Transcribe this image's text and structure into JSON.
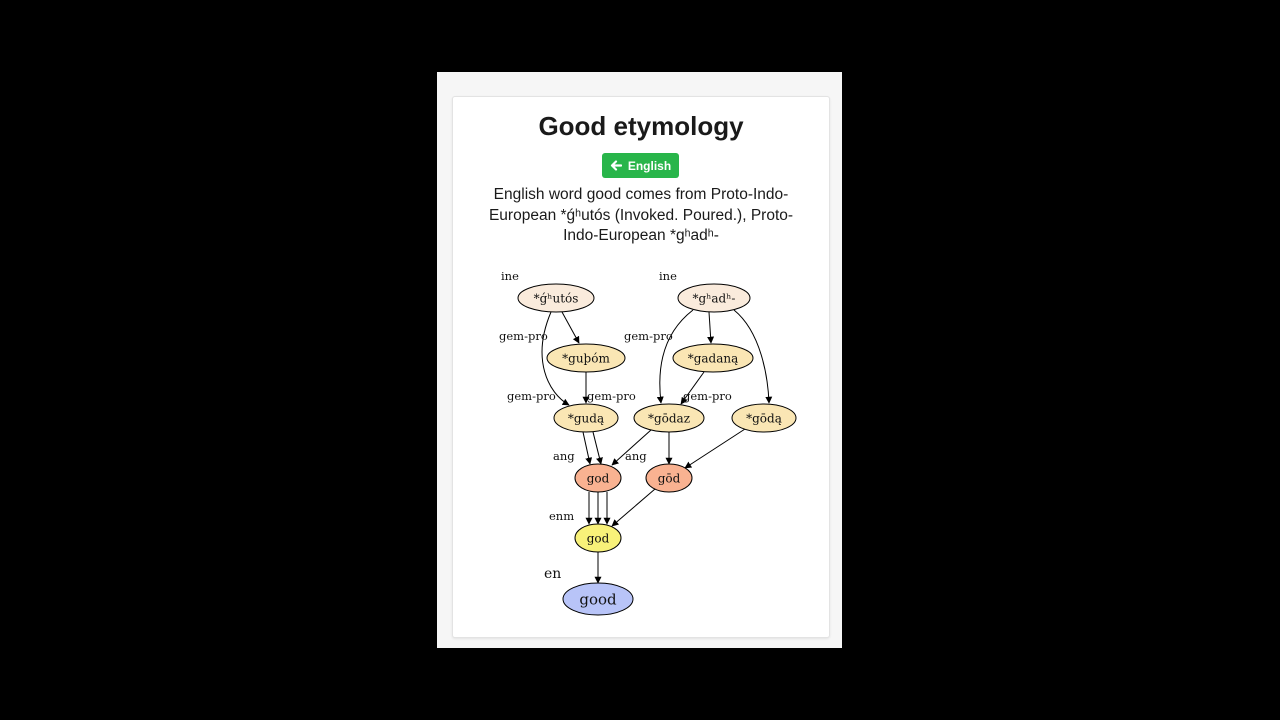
{
  "title": "Good etymology",
  "language_button": {
    "label": "English",
    "icon": "arrow-left-icon",
    "color": "#28b54a"
  },
  "summary": "English word good comes from Proto-Indo-European *ǵʰutós (Invoked. Poured.), Proto-Indo-European *gʰadʰ-",
  "graph": {
    "nodes": [
      {
        "id": "ghutos",
        "label": "*ǵʰutós",
        "color": "#faebdc"
      },
      {
        "id": "ghadh",
        "label": "*gʰadʰ-",
        "color": "#faebdc"
      },
      {
        "id": "guthom",
        "label": "*guþóm",
        "color": "#fae6b4"
      },
      {
        "id": "gadana",
        "label": "*gadaną",
        "color": "#fae6b4"
      },
      {
        "id": "guda",
        "label": "*gudą",
        "color": "#fae6b4"
      },
      {
        "id": "godaz",
        "label": "*gōdaz",
        "color": "#fae6b4"
      },
      {
        "id": "goda",
        "label": "*gōdą",
        "color": "#fae6b4"
      },
      {
        "id": "god1",
        "label": "god",
        "color": "#f9b291"
      },
      {
        "id": "god2",
        "label": "gōd",
        "color": "#f9b291"
      },
      {
        "id": "god3",
        "label": "god",
        "color": "#f8f179"
      },
      {
        "id": "good",
        "label": "good",
        "color": "#b8c4f8"
      }
    ],
    "language_labels": [
      {
        "id": "l1",
        "label": "ine"
      },
      {
        "id": "l2",
        "label": "ine"
      },
      {
        "id": "l3",
        "label": "gem-pro"
      },
      {
        "id": "l4",
        "label": "gem-pro"
      },
      {
        "id": "l5",
        "label": "gem-pro"
      },
      {
        "id": "l6",
        "label": "gem-pro"
      },
      {
        "id": "l7",
        "label": "gem-pro"
      },
      {
        "id": "l8",
        "label": "ang"
      },
      {
        "id": "l9",
        "label": "ang"
      },
      {
        "id": "l10",
        "label": "enm"
      },
      {
        "id": "l11",
        "label": "en"
      }
    ],
    "edges": [
      {
        "from": "ghutos",
        "to": "guthom"
      },
      {
        "from": "ghutos",
        "to": "guda"
      },
      {
        "from": "guthom",
        "to": "guda"
      },
      {
        "from": "ghadh",
        "to": "gadana"
      },
      {
        "from": "ghadh",
        "to": "godaz"
      },
      {
        "from": "ghadh",
        "to": "goda"
      },
      {
        "from": "gadana",
        "to": "godaz"
      },
      {
        "from": "guda",
        "to": "god1"
      },
      {
        "from": "guda",
        "to": "god1"
      },
      {
        "from": "godaz",
        "to": "god1"
      },
      {
        "from": "godaz",
        "to": "god2"
      },
      {
        "from": "goda",
        "to": "god2"
      },
      {
        "from": "god1",
        "to": "god3"
      },
      {
        "from": "god1",
        "to": "god3"
      },
      {
        "from": "god1",
        "to": "god3"
      },
      {
        "from": "god2",
        "to": "god3"
      },
      {
        "from": "god3",
        "to": "good"
      }
    ]
  }
}
